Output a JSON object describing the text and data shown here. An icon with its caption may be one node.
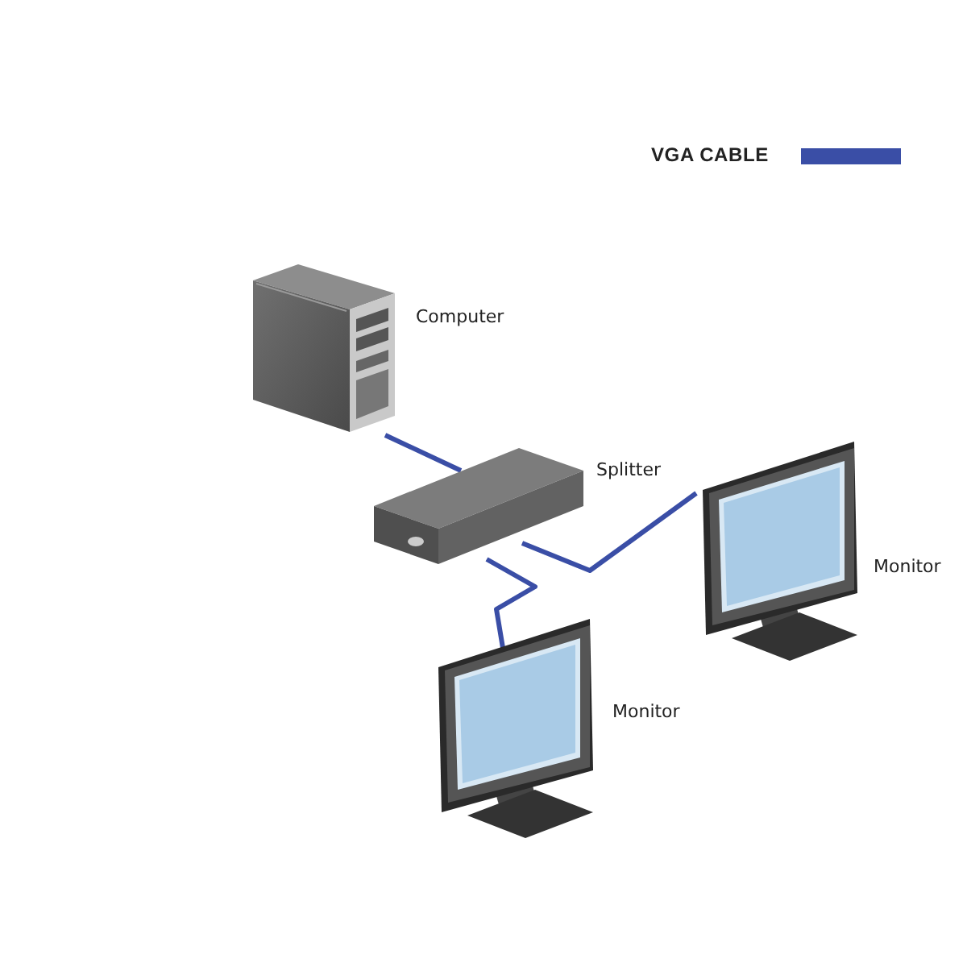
{
  "diagram": {
    "nodes": [
      {
        "text": [],
        "shape": "picture",
        "beside": [
          "Computer"
        ]
      },
      {
        "text": [],
        "shape": "picture",
        "beside": [
          "Splitter"
        ]
      },
      {
        "text": [],
        "shape": "picture",
        "beside": [
          "Monitor"
        ]
      },
      {
        "text": [],
        "shape": "picture",
        "beside": [
          "Monitor"
        ]
      }
    ],
    "edges": [
      {
        "from": 0,
        "to": 1,
        "arrow": "none"
      },
      {
        "from": 1,
        "to": 2,
        "arrow": "none"
      },
      {
        "from": 1,
        "to": 3,
        "arrow": "none"
      }
    ],
    "legend": [
      {
        "text": "VGA CABLE"
      }
    ]
  }
}
